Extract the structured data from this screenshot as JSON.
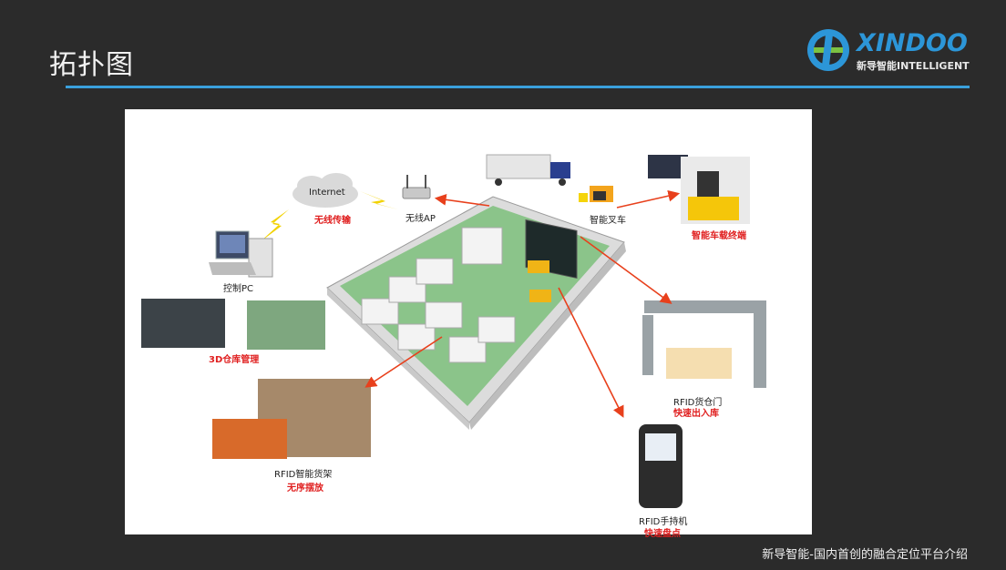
{
  "slide": {
    "title": "拓扑图",
    "footer": "新导智能-国内首创的融合定位平台介绍"
  },
  "logo": {
    "wordmark": "XINDOO",
    "tagline": "新导智能INTELLIGENT",
    "colors": {
      "blue": "#2c96d8",
      "green": "#7cc242"
    }
  },
  "diagram": {
    "internet": "Internet",
    "wireless_transmission": "无线传输",
    "wireless_ap": "无线AP",
    "control_pc": "控制PC",
    "smart_forklift": "智能叉车",
    "vehicle_terminal": "智能车载终端",
    "warehouse_3d": "3D仓库管理",
    "rfid_shelf": "RFID智能货架",
    "rfid_shelf_note": "无序摆放",
    "rfid_gate": "RFID货仓门",
    "rfid_gate_note": "快速出入库",
    "rfid_handheld": "RFID手持机",
    "rfid_handheld_note": "快速盘点"
  },
  "colors": {
    "accent": "#3aa0dc",
    "arrow": "#e8401c",
    "floor": "#8bc48a"
  }
}
